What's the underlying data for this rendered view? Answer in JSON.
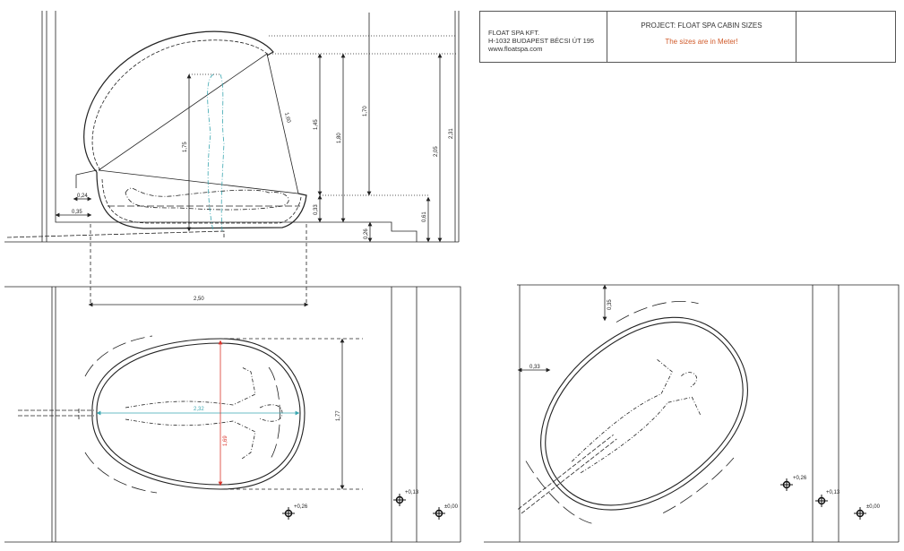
{
  "title_block": {
    "company": "FLOAT SPA KFT.",
    "address": "H-1032 BUDAPEST BÉCSI ÚT 195",
    "website": "www.floatspa.com",
    "project": "PROJECT:  FLOAT SPA  CABIN SIZES",
    "note": "The sizes are in Meter!"
  },
  "side_view": {
    "dims": {
      "person_height": "1,75",
      "lid": "1,60",
      "h1": "1,45",
      "h2": "1,80",
      "h3": "1,70",
      "h4": "2,05",
      "h5": "2,31",
      "tub": "0,33",
      "base": "0,61",
      "step": "0,26",
      "w1": "0,24",
      "w2": "0,35"
    }
  },
  "top_view": {
    "length": "2,50",
    "inner_length": "2,32",
    "inner_width": "1,69",
    "outer_width": "1,77",
    "levels": [
      "+0,26",
      "+0,13",
      "±0,00"
    ]
  },
  "rotated_view": {
    "wall_gap": "0,33",
    "top_gap": "0,35",
    "levels": [
      "+0,26",
      "+0,13",
      "±0,00"
    ]
  },
  "colors": {
    "line": "#222222",
    "cyan": "#3aa6b0",
    "red": "#d9342b",
    "note": "#d05a2a"
  }
}
